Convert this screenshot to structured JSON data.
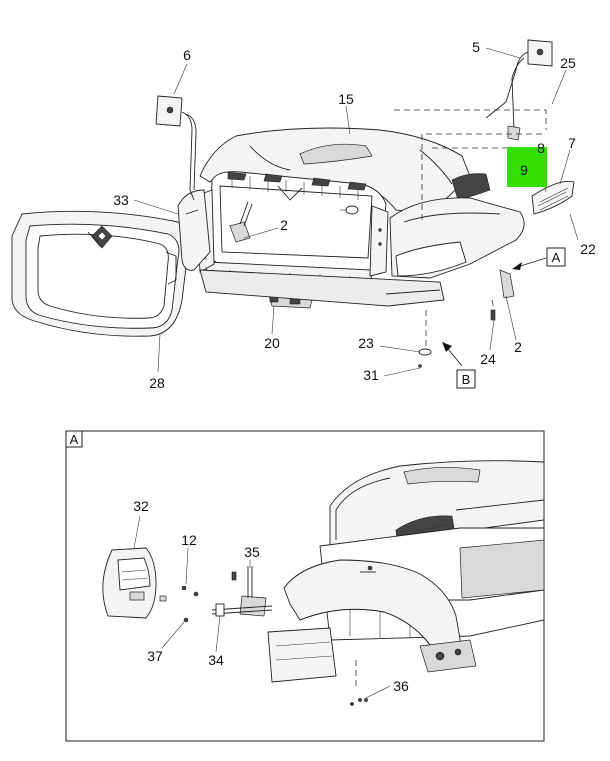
{
  "highlight_color": "#33e000",
  "highlight_label": "9",
  "callouts": {
    "c6": "6",
    "c5": "5",
    "c25": "25",
    "c15": "15",
    "c8": "8",
    "c7": "7",
    "c33": "33",
    "c2a": "2",
    "c22": "22",
    "c20": "20",
    "c28": "28",
    "c23": "23",
    "c31": "31",
    "c24": "24",
    "c2b": "2",
    "c32": "32",
    "c12": "12",
    "c35": "35",
    "c37": "37",
    "c34": "34",
    "c36": "36"
  },
  "view_labels": {
    "a": "A",
    "b": "B",
    "inset": "A"
  }
}
